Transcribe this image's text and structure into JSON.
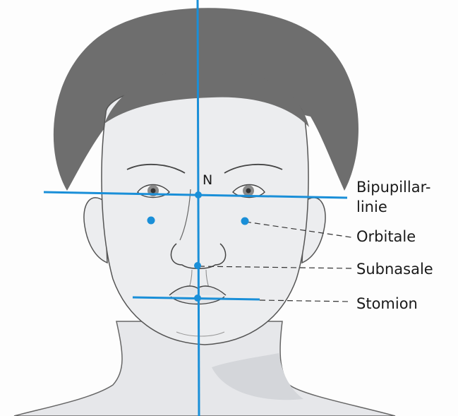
{
  "labels": {
    "n_point": "N",
    "bipupillar_line1": "Bipupillar-",
    "bipupillar_line2": "linie",
    "orbitale": "Orbitale",
    "subnasale": "Subnasale",
    "stomion": "Stomion"
  },
  "colors": {
    "reference_line": "#1a8fd8",
    "landmark_point": "#1a8fd8",
    "hair": "#6b6b6b",
    "skin": "#ecedef",
    "outline": "#555555",
    "leader_line": "#333333"
  }
}
